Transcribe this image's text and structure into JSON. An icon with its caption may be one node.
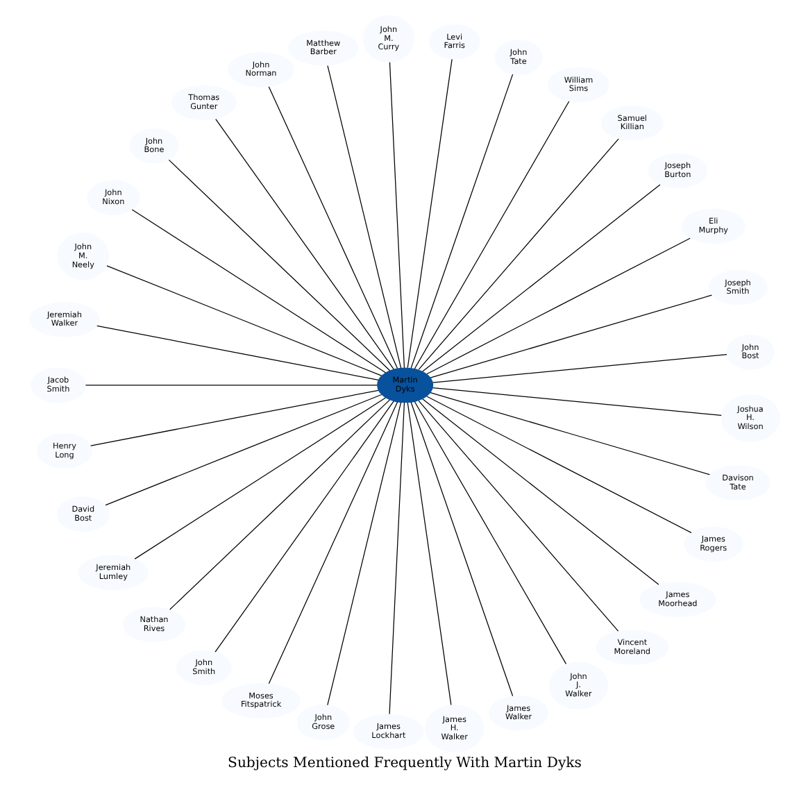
{
  "diagram": {
    "title": "Subjects Mentioned Frequently With Martin Dyks",
    "nodes": [
      {
        "text": [
          "Martin Dyks"
        ]
      },
      {
        "text": [
          "John Bost"
        ]
      },
      {
        "text": [
          "Joseph Smith"
        ]
      },
      {
        "text": [
          "Eli Murphy"
        ]
      },
      {
        "text": [
          "Joseph Burton"
        ]
      },
      {
        "text": [
          "Samuel Killian"
        ]
      },
      {
        "text": [
          "William Sims"
        ]
      },
      {
        "text": [
          "John Tate"
        ]
      },
      {
        "text": [
          "Levi Farris"
        ]
      },
      {
        "text": [
          "John M. Curry"
        ]
      },
      {
        "text": [
          "Matthew Barber"
        ]
      },
      {
        "text": [
          "John Norman"
        ]
      },
      {
        "text": [
          "Thomas Gunter"
        ]
      },
      {
        "text": [
          "John Bone"
        ]
      },
      {
        "text": [
          "John Nixon"
        ]
      },
      {
        "text": [
          "John M. Neely"
        ]
      },
      {
        "text": [
          "Jeremiah Walker"
        ]
      },
      {
        "text": [
          "Jacob Smith"
        ]
      },
      {
        "text": [
          "Henry Long"
        ]
      },
      {
        "text": [
          "David Bost"
        ]
      },
      {
        "text": [
          "Jeremiah Lumley"
        ]
      },
      {
        "text": [
          "Nathan Rives"
        ]
      },
      {
        "text": [
          "John Smith"
        ]
      },
      {
        "text": [
          "Moses Fitspatrick"
        ]
      },
      {
        "text": [
          "John Grose"
        ]
      },
      {
        "text": [
          "James Lockhart"
        ]
      },
      {
        "text": [
          "James H. Walker"
        ]
      },
      {
        "text": [
          "James Walker"
        ]
      },
      {
        "text": [
          "John J. Walker"
        ]
      },
      {
        "text": [
          "Vincent Moreland"
        ]
      },
      {
        "text": [
          "James Moorhead"
        ]
      },
      {
        "text": [
          "James Rogers"
        ]
      },
      {
        "text": [
          "Davison Tate"
        ]
      },
      {
        "text": [
          "Joshua H. Wilson"
        ]
      }
    ],
    "edges": [
      {
        "from": 0,
        "to": 1,
        "arrow": "none"
      },
      {
        "from": 0,
        "to": 2,
        "arrow": "none"
      },
      {
        "from": 0,
        "to": 3,
        "arrow": "none"
      },
      {
        "from": 0,
        "to": 4,
        "arrow": "none"
      },
      {
        "from": 0,
        "to": 5,
        "arrow": "none"
      },
      {
        "from": 0,
        "to": 6,
        "arrow": "none"
      },
      {
        "from": 0,
        "to": 7,
        "arrow": "none"
      },
      {
        "from": 0,
        "to": 8,
        "arrow": "none"
      },
      {
        "from": 0,
        "to": 9,
        "arrow": "none"
      },
      {
        "from": 0,
        "to": 10,
        "arrow": "none"
      },
      {
        "from": 0,
        "to": 11,
        "arrow": "none"
      },
      {
        "from": 0,
        "to": 12,
        "arrow": "none"
      },
      {
        "from": 0,
        "to": 13,
        "arrow": "none"
      },
      {
        "from": 0,
        "to": 14,
        "arrow": "none"
      },
      {
        "from": 0,
        "to": 15,
        "arrow": "none"
      },
      {
        "from": 0,
        "to": 16,
        "arrow": "none"
      },
      {
        "from": 0,
        "to": 17,
        "arrow": "none"
      },
      {
        "from": 0,
        "to": 18,
        "arrow": "none"
      },
      {
        "from": 0,
        "to": 19,
        "arrow": "none"
      },
      {
        "from": 0,
        "to": 20,
        "arrow": "none"
      },
      {
        "from": 0,
        "to": 21,
        "arrow": "none"
      },
      {
        "from": 0,
        "to": 22,
        "arrow": "none"
      },
      {
        "from": 0,
        "to": 23,
        "arrow": "none"
      },
      {
        "from": 0,
        "to": 24,
        "arrow": "none"
      },
      {
        "from": 0,
        "to": 25,
        "arrow": "none"
      },
      {
        "from": 0,
        "to": 26,
        "arrow": "none"
      },
      {
        "from": 0,
        "to": 27,
        "arrow": "none"
      },
      {
        "from": 0,
        "to": 28,
        "arrow": "none"
      },
      {
        "from": 0,
        "to": 29,
        "arrow": "none"
      },
      {
        "from": 0,
        "to": 30,
        "arrow": "none"
      },
      {
        "from": 0,
        "to": 31,
        "arrow": "none"
      },
      {
        "from": 0,
        "to": 32,
        "arrow": "none"
      },
      {
        "from": 0,
        "to": 33,
        "arrow": "none"
      }
    ]
  }
}
